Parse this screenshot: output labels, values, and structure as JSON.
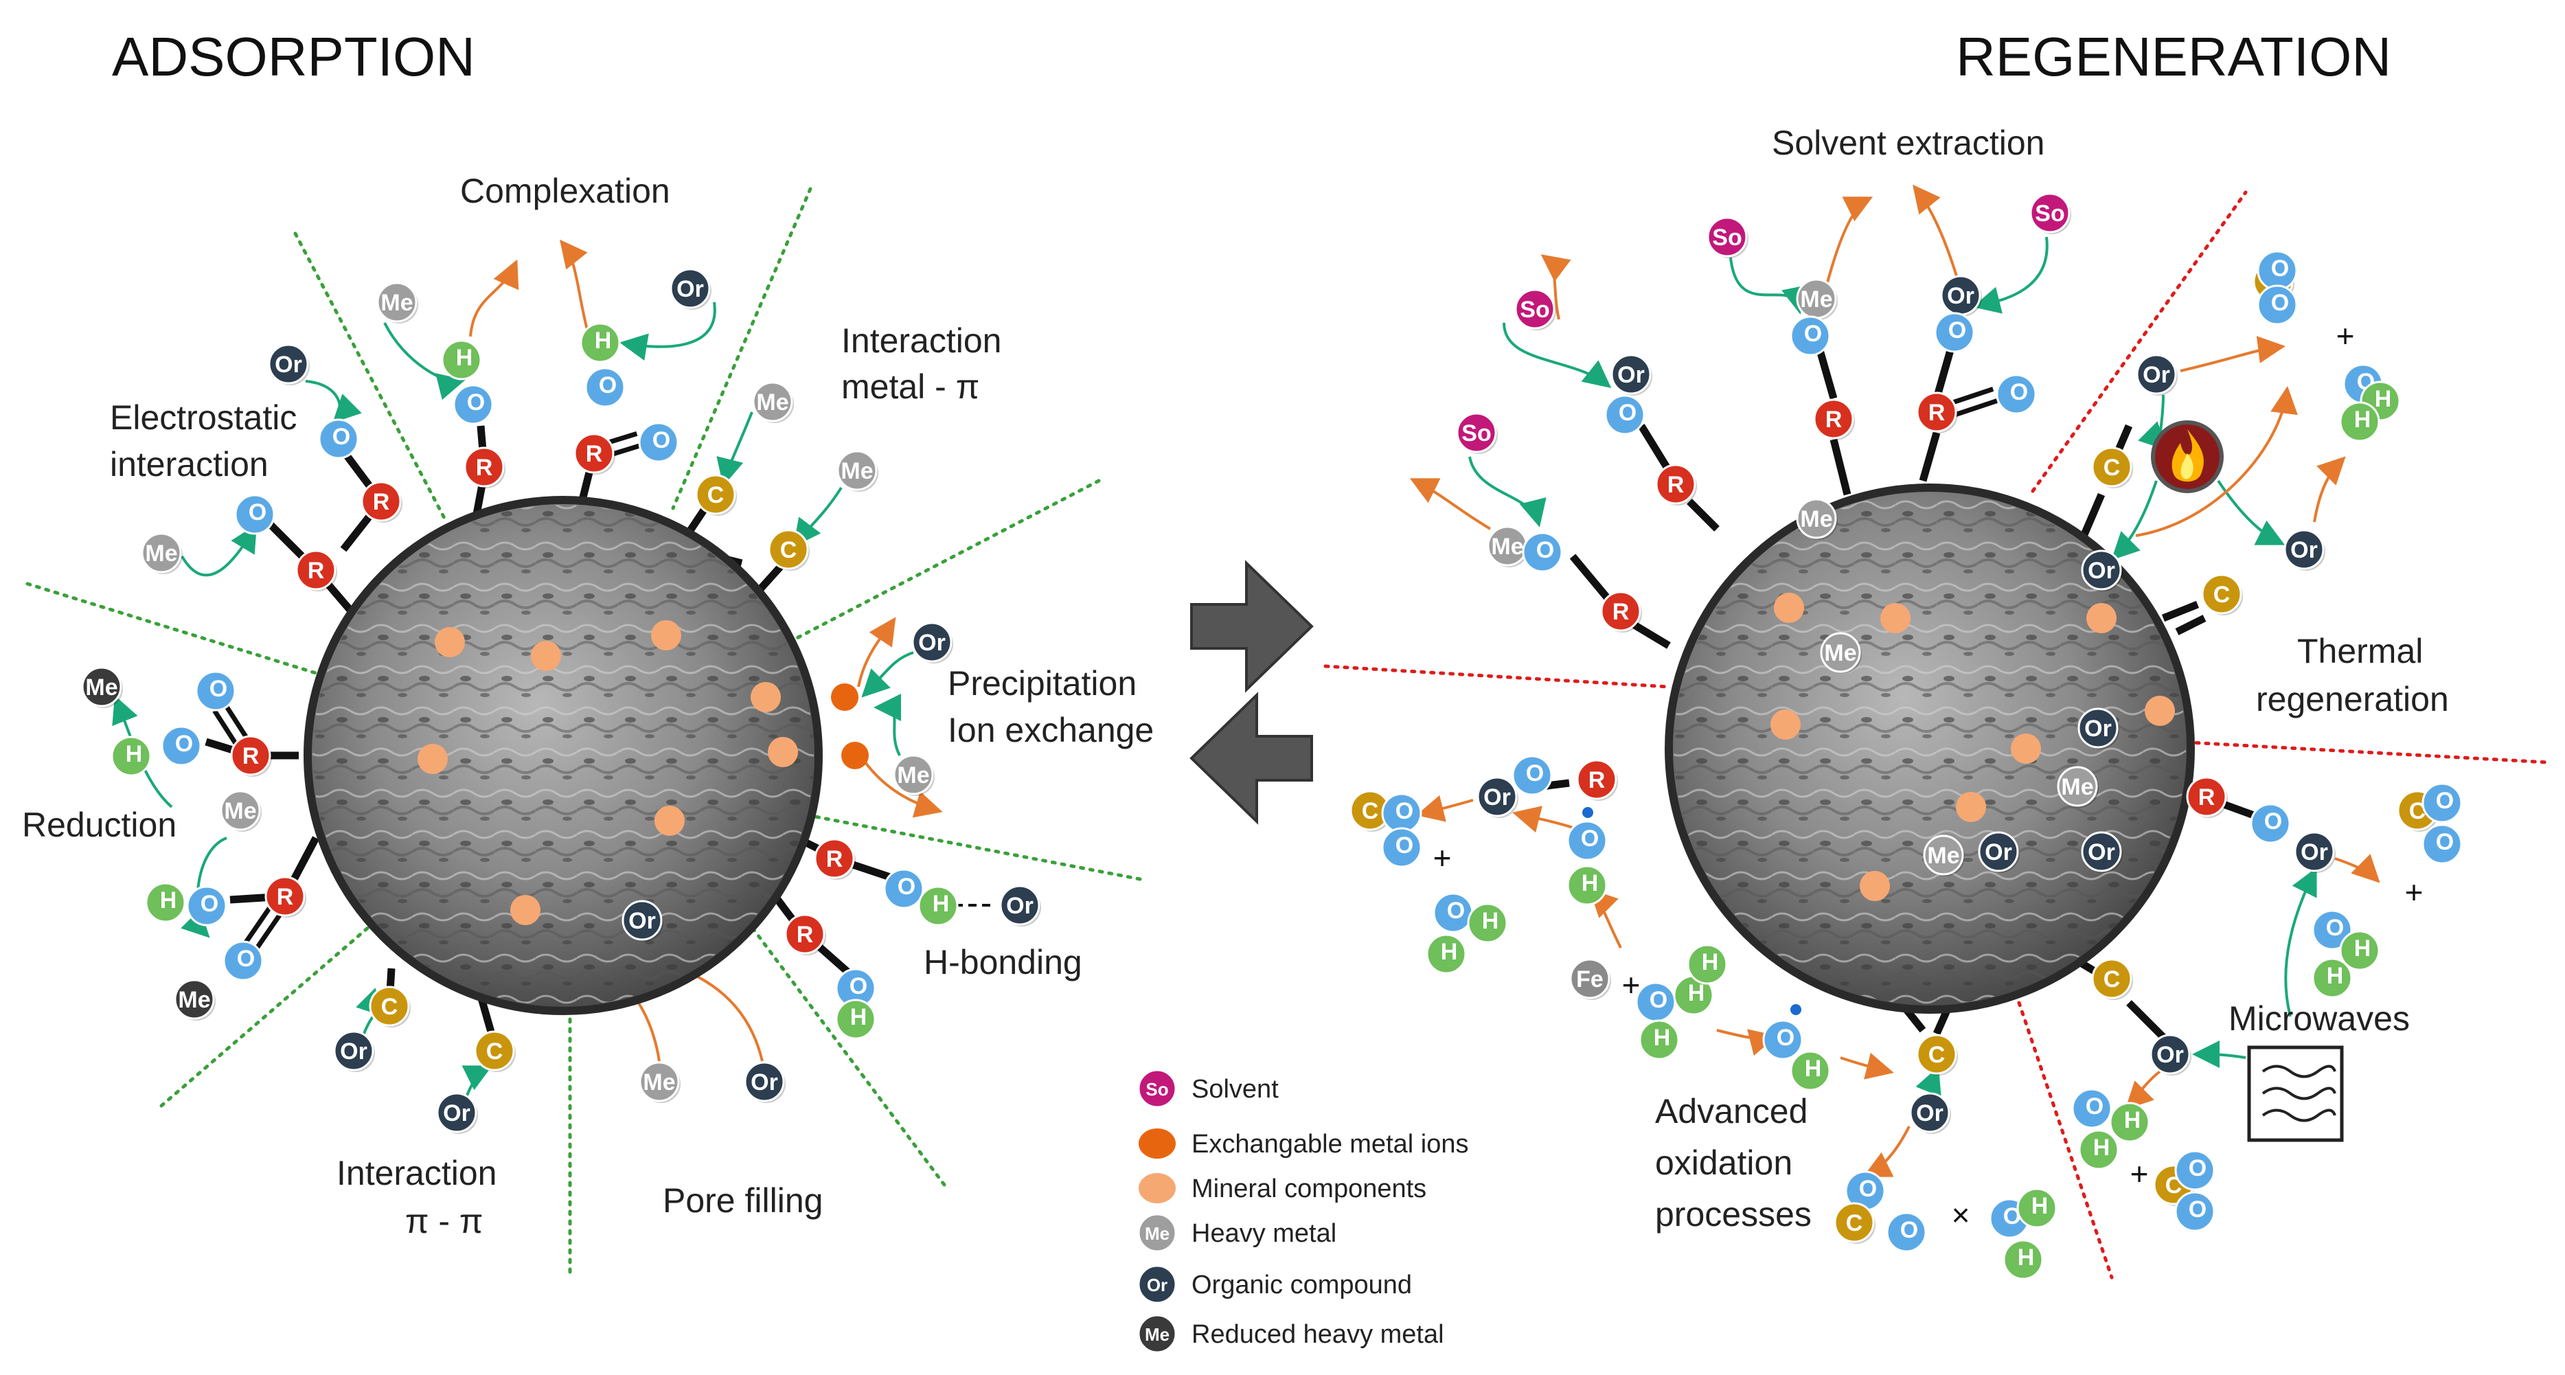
{
  "titles": {
    "adsorption": "ADSORPTION",
    "regeneration": "REGENERATION"
  },
  "labels": {
    "complexation": "Complexation",
    "interaction_metal_pi_1": "Interaction",
    "interaction_metal_pi_2": "metal - π",
    "electrostatic_1": "Electrostatic",
    "electrostatic_2": "interaction",
    "precipitation": "Precipitation",
    "ion_exchange": "Ion exchange",
    "reduction": "Reduction",
    "h_bonding": "H-bonding",
    "interaction_pipi_1": "Interaction",
    "interaction_pipi_2": "π - π",
    "pore_filling": "Pore filling",
    "solvent_extraction": "Solvent extraction",
    "thermal_1": "Thermal",
    "thermal_2": "regeneration",
    "microwaves": "Microwaves",
    "aop_1": "Advanced",
    "aop_2": "oxidation",
    "aop_3": "processes"
  },
  "legend": [
    {
      "symbol": "So",
      "label": "Solvent",
      "color": "#c2187a"
    },
    {
      "symbol": "",
      "label": "Exchangable metal ions",
      "color": "#e8650f"
    },
    {
      "symbol": "",
      "label": "Mineral components",
      "color": "#f6a873"
    },
    {
      "symbol": "Me",
      "label": "Heavy metal",
      "color": "#9e9e9e"
    },
    {
      "symbol": "Or",
      "label": "Organic compound",
      "color": "#2c3e50"
    },
    {
      "symbol": "Me",
      "label": "Reduced heavy metal",
      "color": "#3a3a3a"
    }
  ],
  "atoms": {
    "R": "R",
    "C": "C",
    "O": "O",
    "H": "H",
    "Me": "Me",
    "Or": "Or",
    "So": "So",
    "Fe": "Fe"
  },
  "symbols": {
    "plus": "+",
    "times": "×"
  },
  "colors": {
    "R": "#d7301f",
    "C": "#c9950c",
    "O": "#5aa9e6",
    "H": "#6fbf5a",
    "Me": "#9e9e9e",
    "MeRed": "#3a3a3a",
    "Or": "#2c3e50",
    "So": "#c2187a",
    "Fe": "#8a8a8a",
    "mineral": "#f6a873",
    "exchange": "#e8650f",
    "green_arrow": "#1aa87a",
    "orange_arrow": "#e57a2e",
    "green_dots": "#3aa03a",
    "red_dots": "#e01b1b"
  }
}
